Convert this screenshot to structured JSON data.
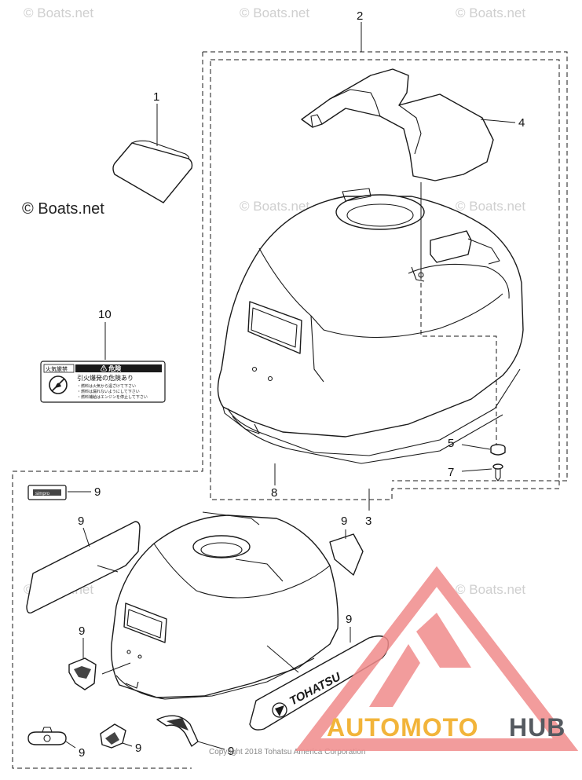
{
  "watermarks": {
    "text": "© Boats.net",
    "copyright": "Copyright 2018 Tohatsu America Corporation"
  },
  "brand_overlay": {
    "part1": "AUTOMOTO",
    "part2": "HUB",
    "color_primary": "#f2b43a",
    "color_secondary": "#555a60",
    "triangle_color": "#f08b8b"
  },
  "callouts": {
    "c1": "1",
    "c2": "2",
    "c3": "3",
    "c4": "4",
    "c5": "5",
    "c7": "7",
    "c8": "8",
    "c10": "10",
    "c9": "9"
  },
  "decals": {
    "tohatsu": "TOHATSU",
    "warning_header_left": "火気厳禁",
    "warning_header_right": "⚠ 危険",
    "warning_line1": "引火爆発の危険あり",
    "warning_line2": "・燃料は火気から遠ざけて下さい",
    "warning_line3": "・燃料は漏れないようにして下さい",
    "warning_line4": "・燃料補給はエンジンを停止して下さい",
    "small_badge": "simpro"
  },
  "colors": {
    "line": "#1a1a1a",
    "watermark": "#cfcfcf"
  }
}
